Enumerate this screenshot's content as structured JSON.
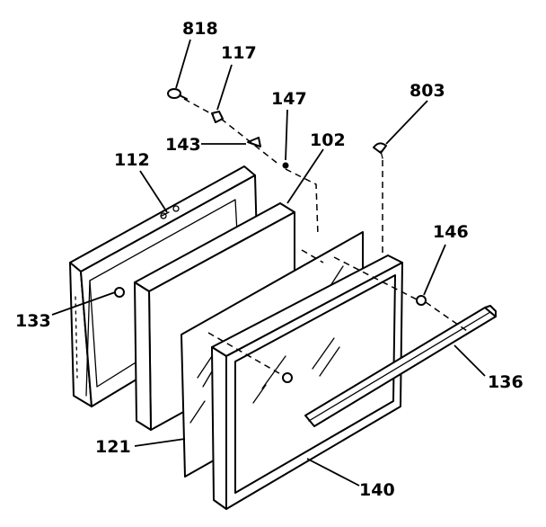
{
  "callouts": [
    {
      "id": "818",
      "text": "818"
    },
    {
      "id": "117",
      "text": "117"
    },
    {
      "id": "147",
      "text": "147"
    },
    {
      "id": "803",
      "text": "803"
    },
    {
      "id": "143",
      "text": "143"
    },
    {
      "id": "102",
      "text": "102"
    },
    {
      "id": "112",
      "text": "112"
    },
    {
      "id": "146",
      "text": "146"
    },
    {
      "id": "133",
      "text": "133"
    },
    {
      "id": "136",
      "text": "136"
    },
    {
      "id": "121",
      "text": "121"
    },
    {
      "id": "140",
      "text": "140"
    }
  ]
}
